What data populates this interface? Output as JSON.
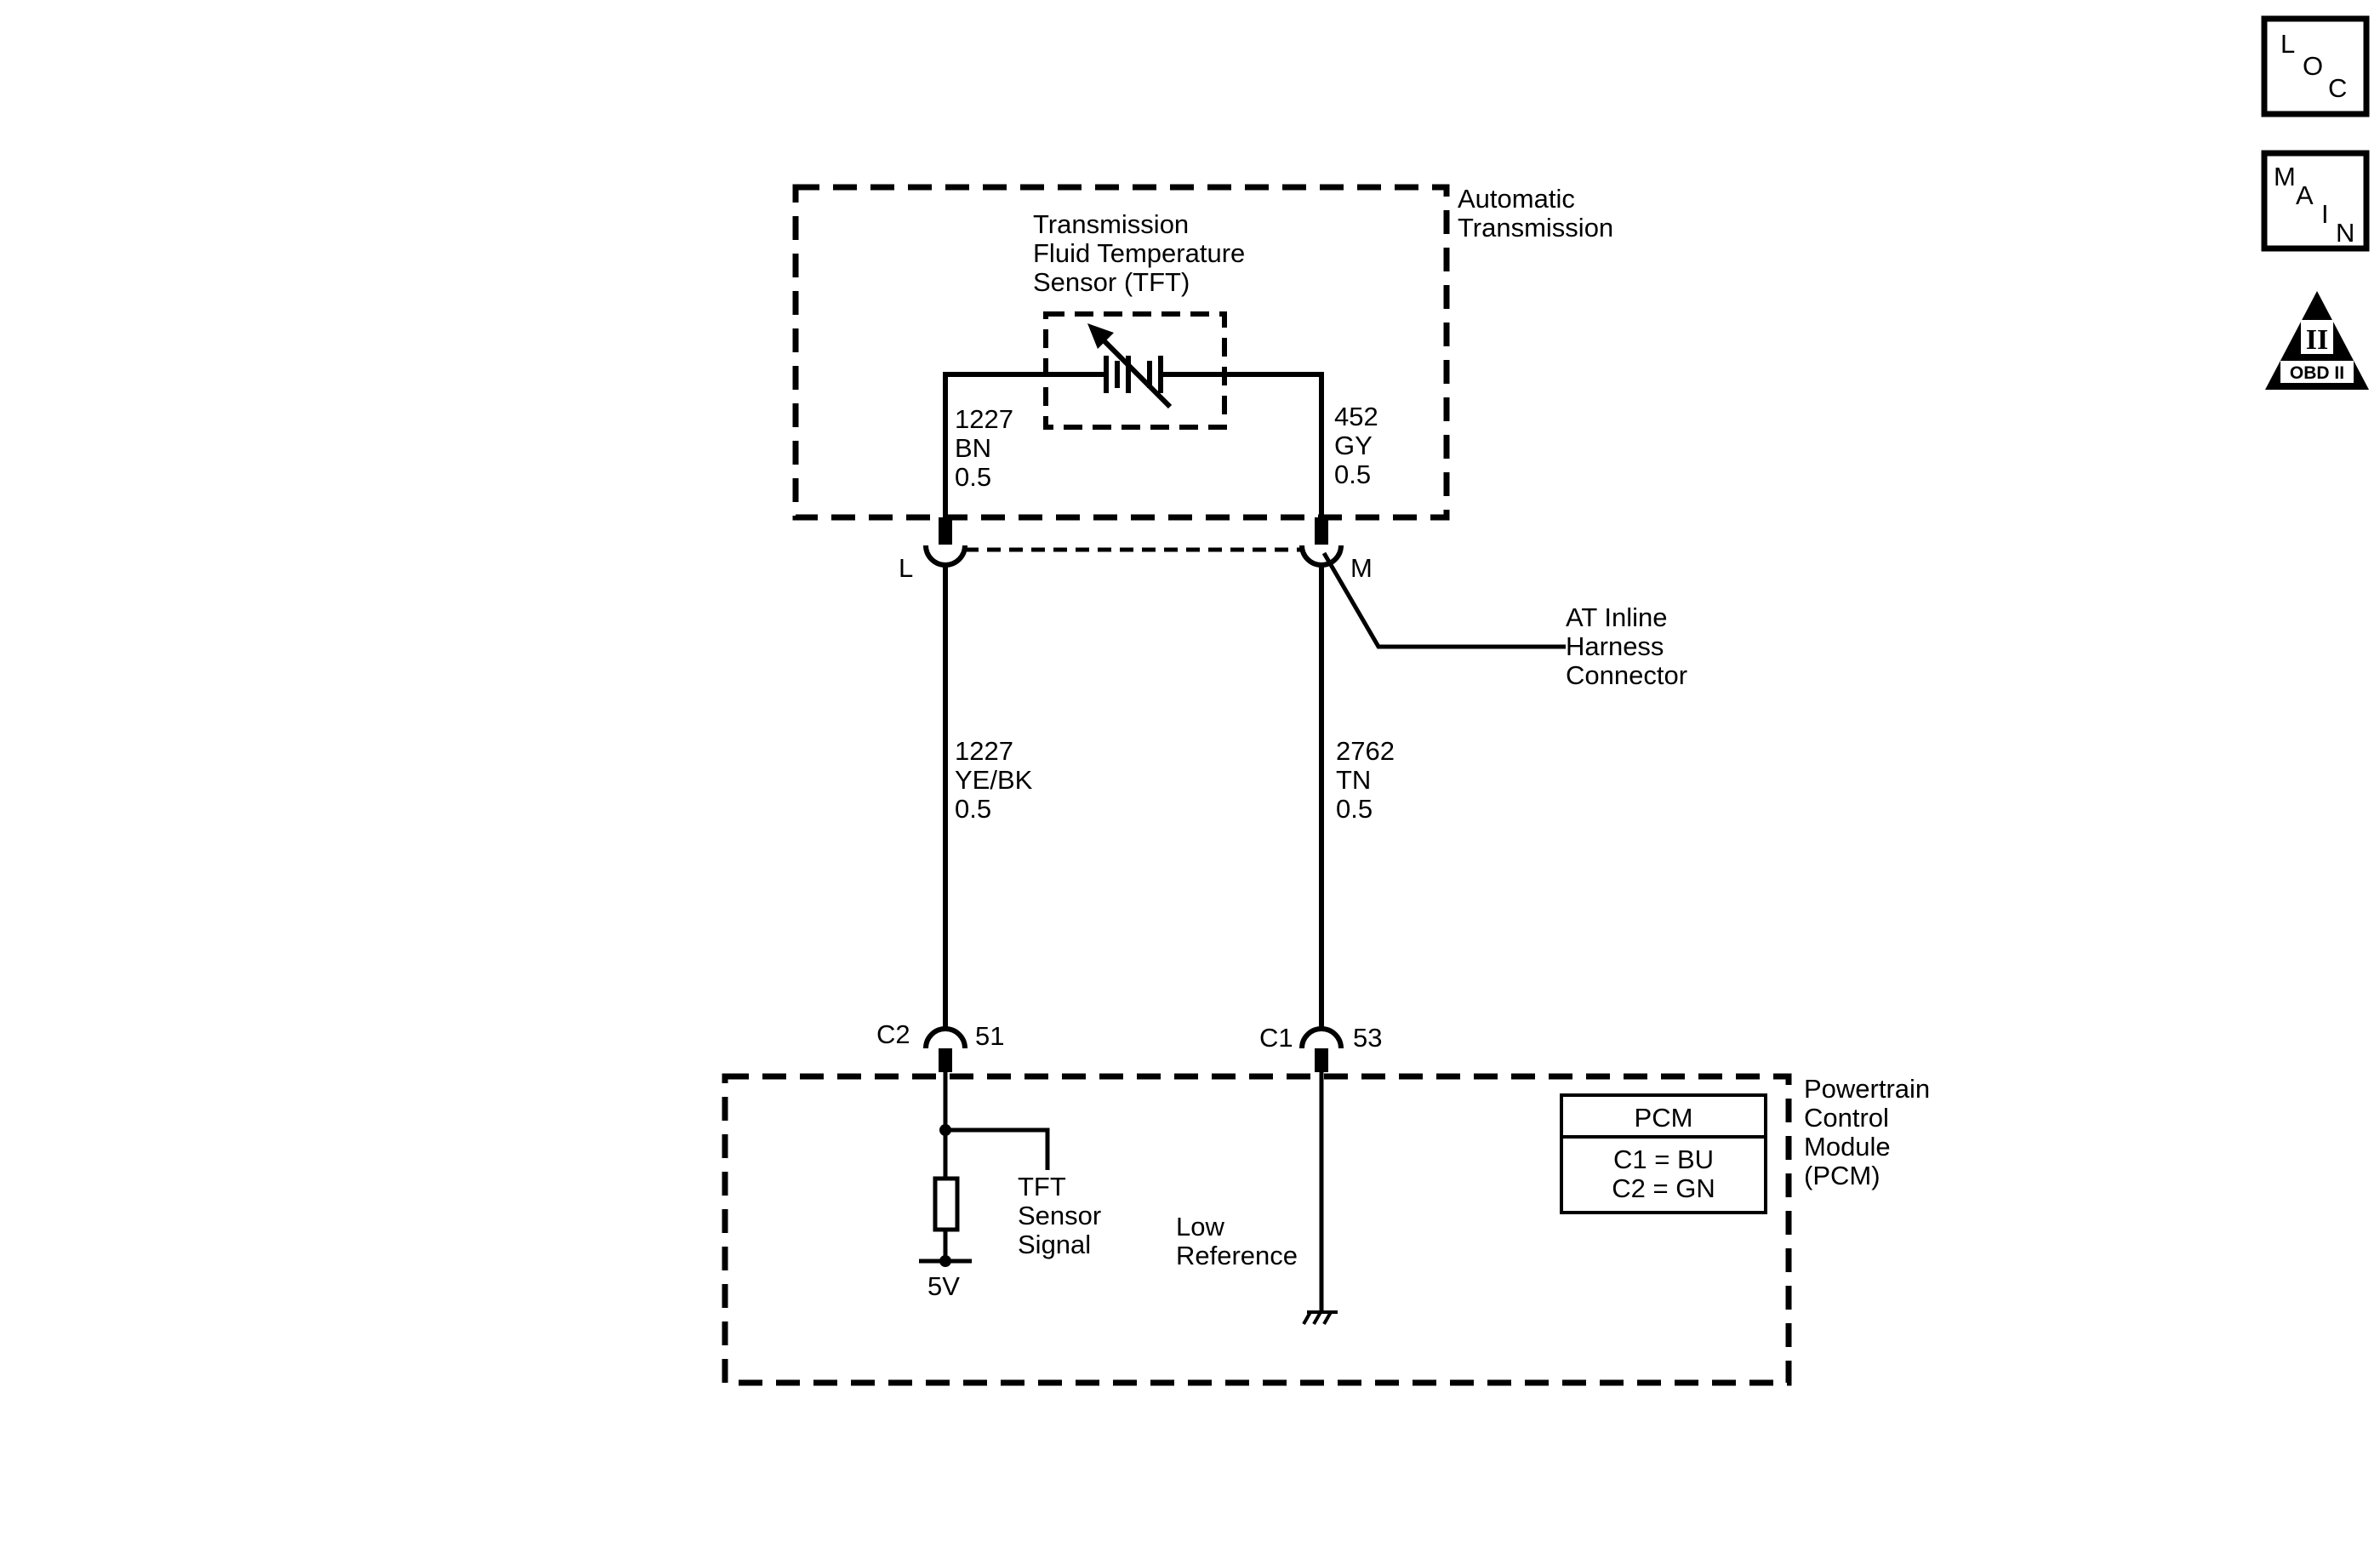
{
  "components": {
    "automatic_transmission": {
      "line1": "Automatic",
      "line2": "Transmission"
    },
    "tft_sensor": {
      "line1": "Transmission",
      "line2": "Fluid Temperature",
      "line3": "Sensor (TFT)"
    },
    "inline_connector": {
      "line1": "AT Inline",
      "line2": "Harness",
      "line3": "Connector",
      "pin_left": "L",
      "pin_right": "M"
    },
    "pcm": {
      "line1": "Powertrain",
      "line2": "Control",
      "line3": "Module",
      "line4": "(PCM)"
    }
  },
  "wires": {
    "upper_left": {
      "circuit": "1227",
      "color": "BN",
      "gauge": "0.5"
    },
    "upper_right": {
      "circuit": "452",
      "color": "GY",
      "gauge": "0.5"
    },
    "lower_left": {
      "circuit": "1227",
      "color": "YE/BK",
      "gauge": "0.5"
    },
    "lower_right": {
      "circuit": "2762",
      "color": "TN",
      "gauge": "0.5"
    }
  },
  "pcm_pins": {
    "left": {
      "connector": "C2",
      "pin": "51"
    },
    "right": {
      "connector": "C1",
      "pin": "53"
    }
  },
  "pcm_internal": {
    "signal": {
      "line1": "TFT",
      "line2": "Sensor",
      "line3": "Signal"
    },
    "voltage": "5V",
    "low_ref": {
      "line1": "Low",
      "line2": "Reference"
    }
  },
  "legend": {
    "title": "PCM",
    "row1": "C1 = BU",
    "row2": "C2 = GN"
  },
  "nav": {
    "loc": {
      "l1": "L",
      "l2": "O",
      "l3": "C"
    },
    "main": {
      "l1": "M",
      "l2": "A",
      "l3": "I",
      "l4": "N"
    },
    "obd": {
      "numeral": "II",
      "label": "OBD II"
    }
  }
}
